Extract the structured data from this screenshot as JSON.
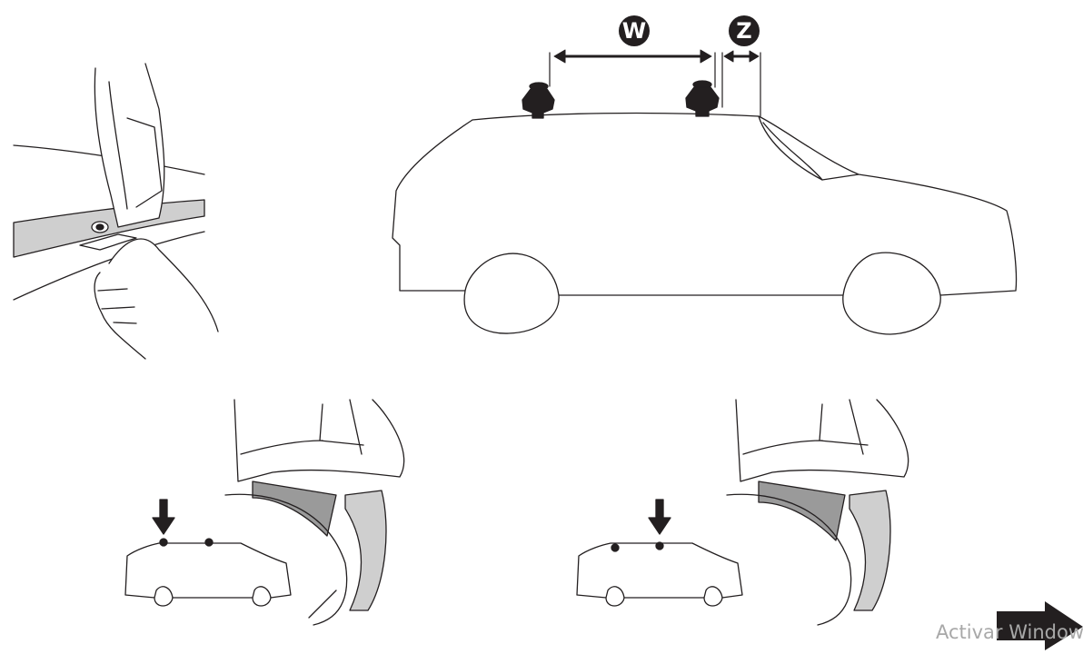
{
  "diagram": {
    "labels": {
      "w": "W",
      "z": "Z"
    },
    "watermark": "Activar Windows",
    "colors": {
      "ink": "#231f20",
      "roof_rail": "#cfcfcf",
      "shadow": "#9a9a9a",
      "watermark": "#a8a8a8"
    }
  }
}
